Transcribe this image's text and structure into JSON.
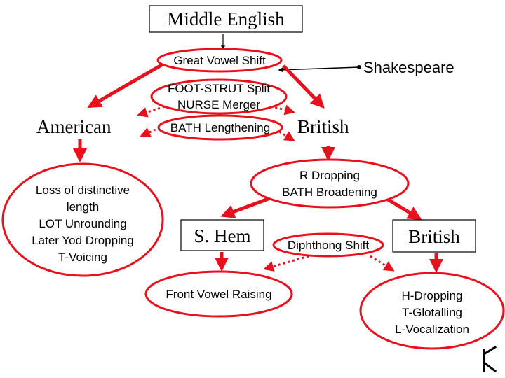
{
  "colors": {
    "accent": "#e8101c",
    "line": "#000000",
    "background": "#ffffff"
  },
  "nodes": {
    "middle_english": "Middle English",
    "great_vowel_shift": "Great Vowel Shift",
    "shakespeare": "Shakespeare",
    "foot_strut_split": "FOOT-STRUT Split",
    "nurse_merger": "NURSE Merger",
    "american": "American",
    "bath_lengthening": "BATH Lengthening",
    "british_1": "British",
    "american_changes": [
      "Loss of distinctive",
      "length",
      "LOT Unrounding",
      "Later Yod Dropping",
      "T-Voicing"
    ],
    "british_changes": [
      "R Dropping",
      "BATH Broadening"
    ],
    "s_hem": "S. Hem",
    "diphthong_shift": "Diphthong Shift",
    "british_2": "British",
    "front_vowel_raising": "Front Vowel Raising",
    "british_later": [
      "H-Dropping",
      "T-Glotalling",
      "L-Vocalization"
    ]
  },
  "icons": {
    "corner": "rune-icon"
  }
}
